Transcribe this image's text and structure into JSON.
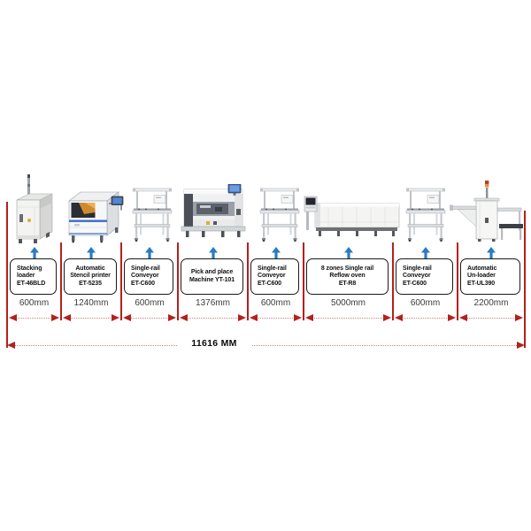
{
  "diagram": {
    "total_length_label": "11616 MM",
    "stations": [
      {
        "machine": "stacking-loader",
        "label_lines": [
          "Stacking",
          "loader",
          "ET-46BLD"
        ],
        "width_label": "600mm",
        "text_align": "left"
      },
      {
        "machine": "stencil-printer",
        "label_lines": [
          "Automatic",
          "Stencil printer",
          "ET-5235"
        ],
        "width_label": "1240mm",
        "text_align": "center"
      },
      {
        "machine": "conveyor",
        "label_lines": [
          "Single-rail",
          "Conveyor",
          "ET-C600"
        ],
        "width_label": "600mm",
        "text_align": "left"
      },
      {
        "machine": "pick-and-place",
        "label_lines": [
          "Pick and place",
          "Machine YT-101"
        ],
        "width_label": "1376mm",
        "text_align": "center"
      },
      {
        "machine": "conveyor",
        "label_lines": [
          "Single-rail",
          "Conveyor",
          "ET-C600"
        ],
        "width_label": "600mm",
        "text_align": "left"
      },
      {
        "machine": "reflow-oven",
        "label_lines": [
          "8 zones Single rail",
          "Reflow oven",
          "ET-R8"
        ],
        "width_label": "5000mm",
        "text_align": "center"
      },
      {
        "machine": "conveyor",
        "label_lines": [
          "Single-rail",
          "Conveyor",
          "ET-C600"
        ],
        "width_label": "600mm",
        "text_align": "left"
      },
      {
        "machine": "un-loader",
        "label_lines": [
          "Automatic",
          "Un-loader",
          "ET-UL390"
        ],
        "width_label": "2200mm",
        "text_align": "left"
      }
    ],
    "colors": {
      "dimension_red": "#b5201c",
      "dimension_dotted": "#cf827d",
      "flow_arrow_blue": "#2b7ac5",
      "label_border": "#1a1a1a",
      "dimension_text": "#3c3c3c"
    }
  }
}
